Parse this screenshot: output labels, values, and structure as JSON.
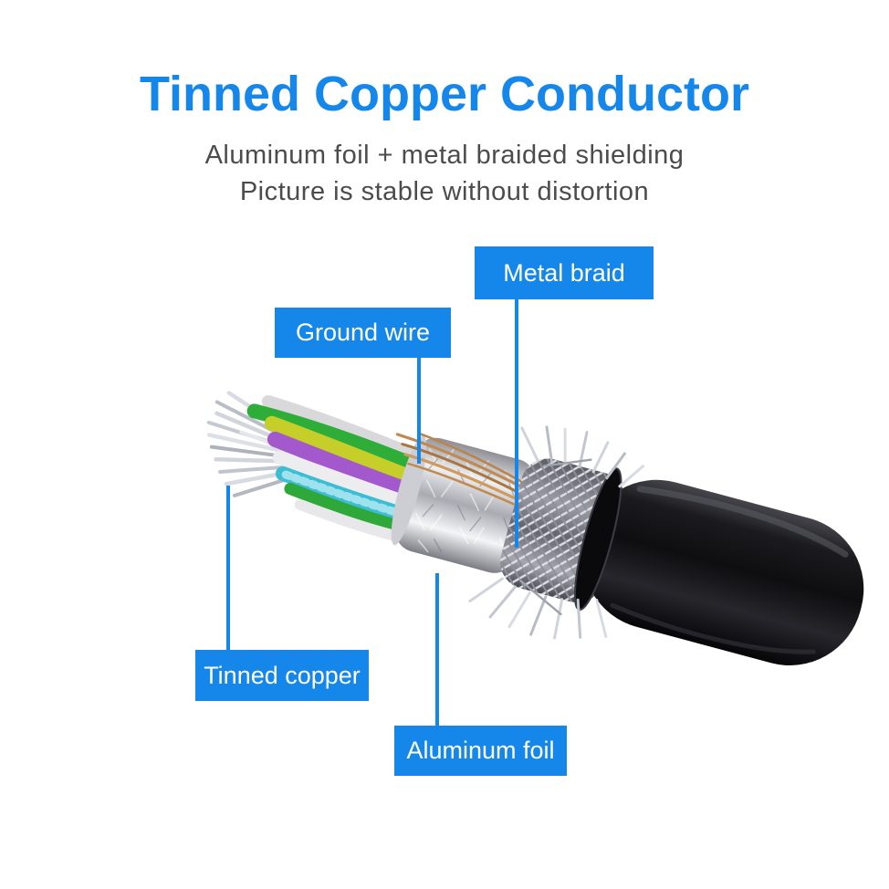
{
  "heading": {
    "title": "Tinned Copper Conductor",
    "subtitle_line1": "Aluminum foil + metal braided shielding",
    "subtitle_line2": "Picture is stable without distortion"
  },
  "callouts": {
    "metal_braid": "Metal braid",
    "ground_wire": "Ground wire",
    "tinned_copper": "Tinned copper",
    "aluminum_foil": "Aluminum foil"
  },
  "colors": {
    "accent": "#1687ea",
    "subtitle_gray": "#4c4c4c",
    "background": "#ffffff",
    "jacket_black": "#121214",
    "foil_silver": "#d2d6dc",
    "copper": "#c08a52",
    "wire_green": "#2eae38",
    "wire_yellow": "#c6ce2a",
    "wire_purple": "#a358cc",
    "wire_white": "#ededf0",
    "wire_cyan": "#3bbdd3"
  }
}
